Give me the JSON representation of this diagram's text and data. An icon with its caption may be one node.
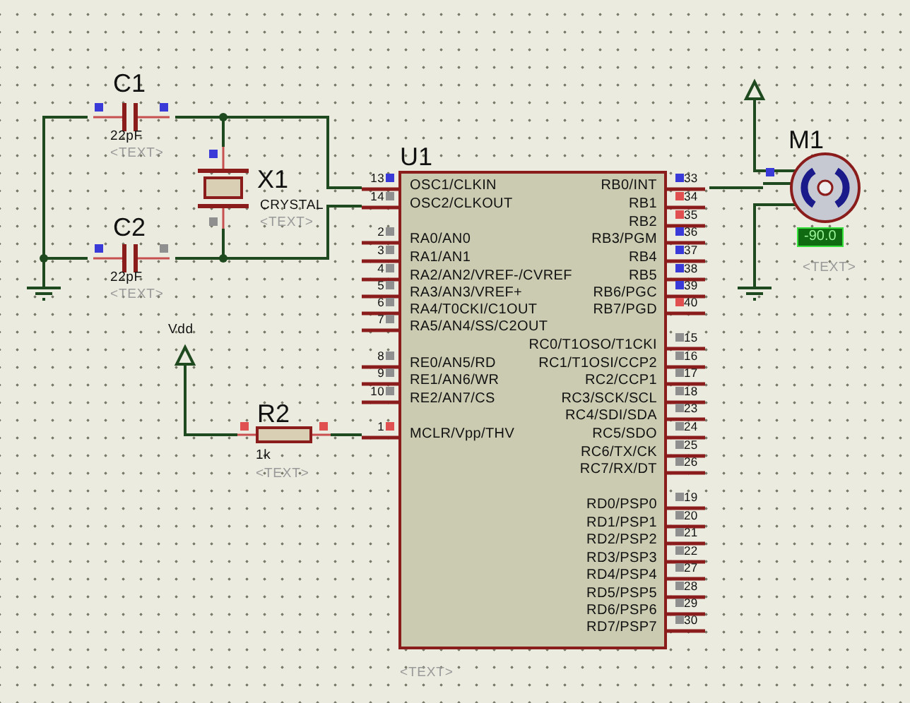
{
  "diagram": {
    "nodes": [
      {
        "text": [
          "C1",
          "22pF",
          "<TEXT>"
        ]
      },
      {
        "text": [
          "C2",
          "22pF",
          "<TEXT>"
        ]
      },
      {
        "text": [
          "X1",
          "CRYSTAL",
          "<TEXT>"
        ]
      },
      {
        "text": [
          "U1"
        ],
        "beside": [
          "<TEXT>"
        ]
      },
      {
        "text": [
          "Vdd"
        ]
      },
      {
        "text": [
          "R2",
          "1k",
          "<TEXT>"
        ]
      },
      {
        "text": [],
        "shape": "triangle"
      },
      {
        "text": [
          "M1"
        ],
        "beside": [
          "-90.0",
          "<TEXT>"
        ]
      },
      {
        "text": [],
        "shape": "ground"
      },
      {
        "text": [],
        "shape": "ground"
      }
    ],
    "edges": [
      {
        "from": 0,
        "to": 2,
        "arrow": "none"
      },
      {
        "from": 0,
        "to": 3,
        "arrow": "none"
      },
      {
        "from": 1,
        "to": 2,
        "arrow": "none"
      },
      {
        "from": 1,
        "to": 3,
        "arrow": "none"
      },
      {
        "from": 0,
        "to": 1,
        "arrow": "none"
      },
      {
        "from": 1,
        "to": 8,
        "arrow": "none"
      },
      {
        "from": 4,
        "to": 5,
        "arrow": "none"
      },
      {
        "from": 5,
        "to": 3,
        "arrow": "none"
      },
      {
        "from": 3,
        "to": 7,
        "arrow": "none"
      },
      {
        "from": 6,
        "to": 7,
        "arrow": "none"
      },
      {
        "from": 7,
        "to": 9,
        "arrow": "none"
      }
    ],
    "labels": [
      "13",
      "OSC1/CLKIN",
      "14",
      "OSC2/CLKOUT",
      "2",
      "RA0/AN0",
      "3",
      "RA1/AN1",
      "4",
      "RA2/AN2/VREF-/CVREF",
      "5",
      "RA3/AN3/VREF+",
      "6",
      "RA4/T0CKI/C1OUT",
      "7",
      "RA5/AN4/SS/C2OUT",
      "8",
      "RE0/AN5/RD",
      "9",
      "RE1/AN6/WR",
      "10",
      "RE2/AN7/CS",
      "1",
      "MCLR/Vpp/THV",
      "RB0/INT",
      "33",
      "RB1",
      "34",
      "RB2",
      "35",
      "RB3/PGM",
      "36",
      "RB4",
      "37",
      "RB5",
      "38",
      "RB6/PGC",
      "39",
      "RB7/PGD",
      "40",
      "RC0/T1OSO/T1CKI",
      "15",
      "RC1/T1OSI/CCP2",
      "16",
      "RC2/CCP1",
      "17",
      "RC3/SCK/SCL",
      "18",
      "RC4/SDI/SDA",
      "23",
      "RC5/SDO",
      "24",
      "RC6/TX/CK",
      "25",
      "RC7/RX/DT",
      "26",
      "RD0/PSP0",
      "19",
      "RD1/PSP1",
      "20",
      "RD2/PSP2",
      "21",
      "RD3/PSP3",
      "22",
      "RD4/PSP4",
      "27",
      "RD5/PSP5",
      "28",
      "RD6/PSP6",
      "29",
      "RD7/PSP7",
      "30"
    ]
  }
}
